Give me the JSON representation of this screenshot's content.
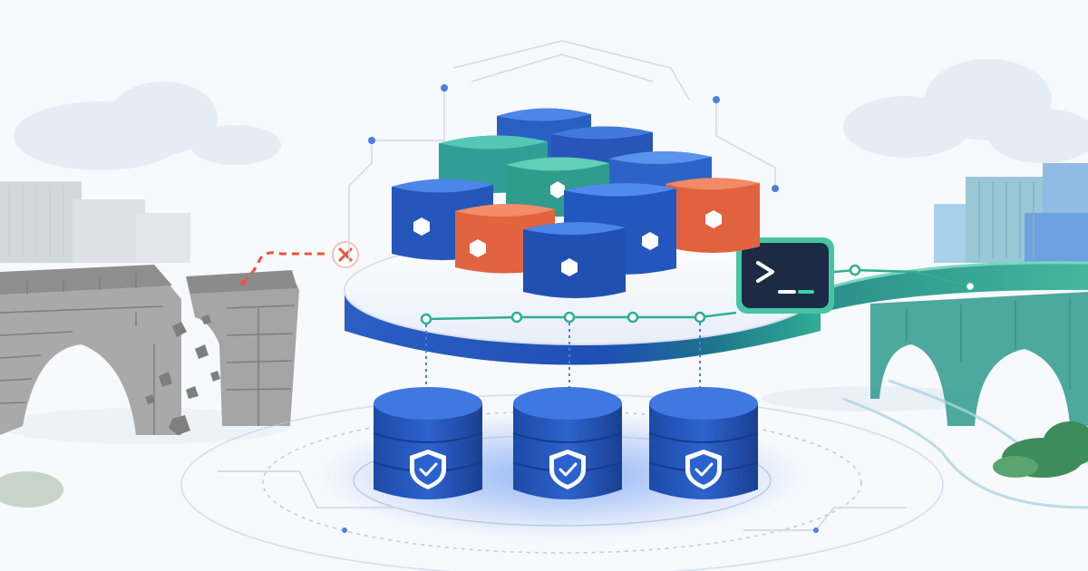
{
  "palette": {
    "background": "#f7f9fc",
    "platform_blue": "#1f4fb5",
    "teal": "#2fae93",
    "coral": "#e5684a",
    "error_red": "#e8553d",
    "terminal_bg": "#1d2a44",
    "terminal_fg": "#ffffff",
    "terminal_cursor": "#3fd3a6",
    "stone": "#8f8f8f"
  },
  "illustration": {
    "broken_bridge": {
      "icon": "crumbling-stone-bridge",
      "state": "broken"
    },
    "failed_path": {
      "icon": "dashed-arrow",
      "status_icon": "x-circle"
    },
    "container_cluster": {
      "rows": 3,
      "cols": 3,
      "module_icon": "hexagon"
    },
    "terminal": {
      "icon": "terminal-prompt",
      "prompt": ">_"
    },
    "connection_line": {
      "node_count": 6
    },
    "databases": {
      "count": 3,
      "icon": "shield-check"
    },
    "new_bridge": {
      "icon": "teal-arch-bridge",
      "state": "connected"
    }
  }
}
